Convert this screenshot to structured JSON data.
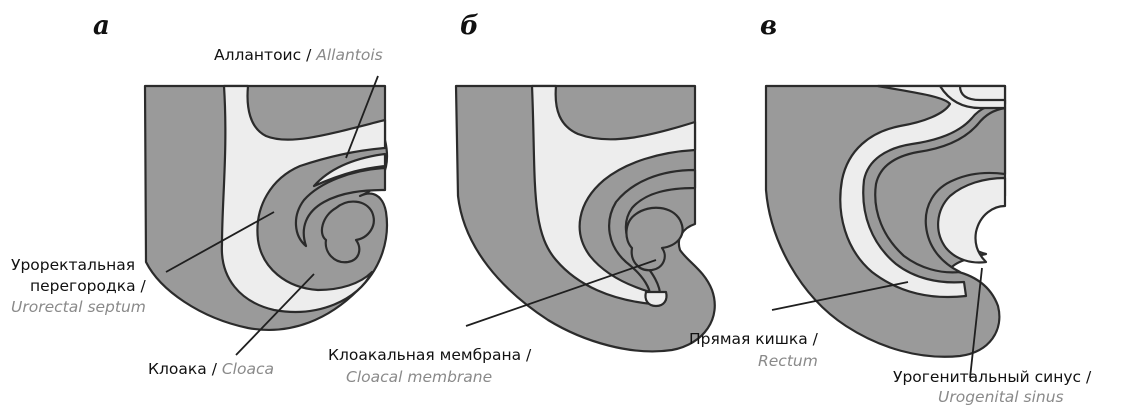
{
  "panels": [
    {
      "letter": "а"
    },
    {
      "letter": "б"
    },
    {
      "letter": "в"
    }
  ],
  "labels": {
    "allantois": {
      "ru": "Аллантоис",
      "sep": " / ",
      "en": "Allantois"
    },
    "urorectal_septum": {
      "ru_line1": "Уроректальная",
      "ru_line2": "перегородка /",
      "en": "Urorectal septum"
    },
    "cloaca": {
      "ru": "Клоака",
      "sep": " / ",
      "en": "Cloaca"
    },
    "cloacal_membrane": {
      "ru": "Клоакальная мембрана /",
      "en": "Cloacal membrane"
    },
    "rectum": {
      "ru": "Прямая кишка /",
      "en": "Rectum"
    },
    "urogenital_sinus": {
      "ru": "Урогенитальный синус /",
      "en": "Urogenital sinus"
    }
  },
  "colors": {
    "tissue": "#9a9a9a",
    "lumen": "#ededed",
    "outline": "#2b2b2b",
    "english_text": "#8a8a8a"
  }
}
